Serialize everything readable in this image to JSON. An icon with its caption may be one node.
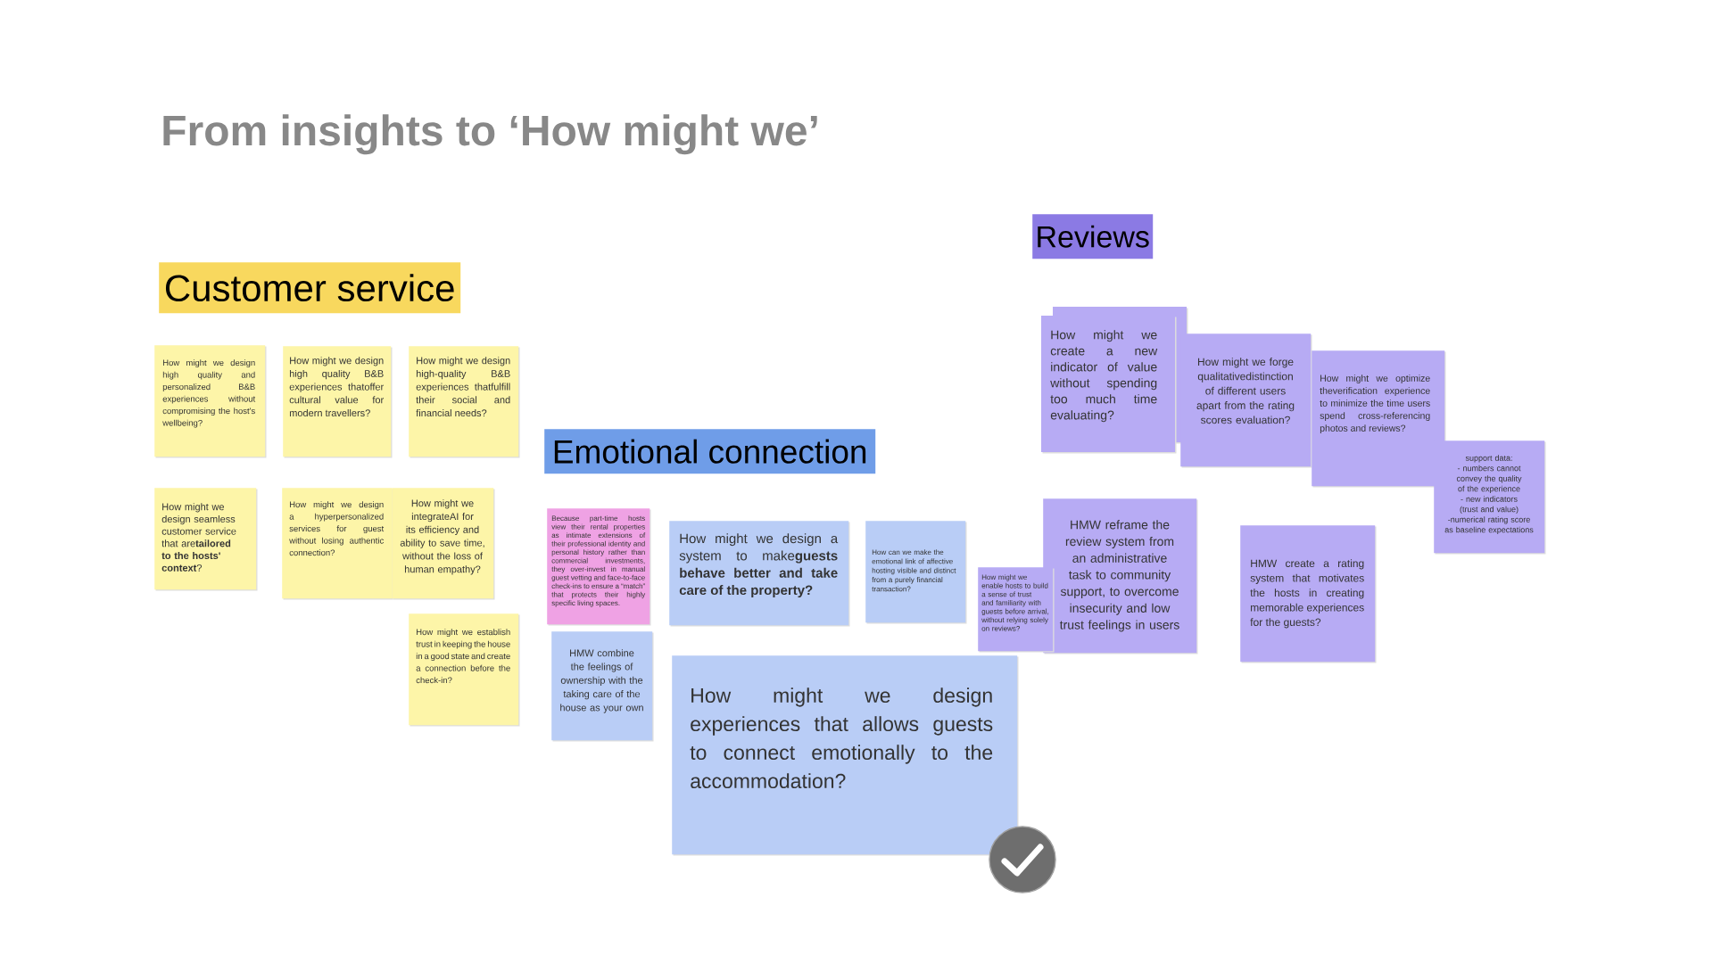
{
  "diagram": {
    "title": "From insights to ‘How might we’",
    "nodes": [
      {
        "text": [
          "Customer service"
        ]
      },
      {
        "text": [
          "How might we design high quality and personalized B&B experiences without compromising the host's wellbeing?"
        ]
      },
      {
        "text": [
          "How might we design high quality B&B experiences thatoffer cultural value for modern travellers?"
        ]
      },
      {
        "text": [
          "How might we design high-quality B&B experiences thatfulfill their social and financial needs?"
        ]
      },
      {
        "text": [
          "How might we design seamless customer service that are**tailored to the hosts' context**?"
        ]
      },
      {
        "text": [
          "How might we design a hyperpersonalized services for guest without losing authentic connection?"
        ]
      },
      {
        "text": [
          "How might we integrateAI for its efficiency and ability to save time, without the loss of human empathy?"
        ]
      },
      {
        "text": [
          "How might we establish trust in keeping the house in a good state and create a connection before the check-in?"
        ]
      },
      {
        "text": [
          "Emotional connection"
        ]
      },
      {
        "text": [
          "Because part-time hosts view their rental properties as intimate extensions of their professional identity and personal history rather than commercial investments, they over-invest in manual guest vetting and face-to-face check-ins to ensure a “match” that protects their highly specific living spaces."
        ]
      },
      {
        "text": [
          "How might we design a system to make**guests behave better and take care of the property?**"
        ]
      },
      {
        "text": [
          "How can we make the emotional link of affective hosting visible and distinct from a purely financial transaction?"
        ]
      },
      {
        "text": [
          "HMW combine the feelings of ownership with the taking care of the house as your own"
        ]
      },
      {
        "text": [
          "How might we design experiences that allows guests to connect emotionally to the accommodation?"
        ]
      },
      {
        "text": [
          "Reviews"
        ]
      },
      {
        "text": [
          "How might we create a new indicator of value without spending too much time evaluating?"
        ]
      },
      {
        "text": [
          "How might we forge qualitativedistinction of different users apart from the rating scores evaluation?"
        ]
      },
      {
        "text": [
          "How might we optimize theverification experience to minimize the time users spend cross-referencing photos and reviews?"
        ]
      },
      {
        "text": [
          "support data:",
          "- numbers cannot convey the quality of the experience",
          "- new indicators (trust and value)",
          "-numerical rating score as baseline expectations"
        ]
      },
      {
        "text": [
          "HMW reframe the review system from an administrative task to community support, to overcome insecurity and low trust feelings in users"
        ]
      },
      {
        "text": [
          "How might we enable hosts to build a sense of trust and familiarity with guests before arrival, without relying solely on reviews?"
        ]
      },
      {
        "text": [
          "HMW create a rating system that motivates the hosts in creating memorable experiences for the guests?"
        ]
      }
    ]
  }
}
